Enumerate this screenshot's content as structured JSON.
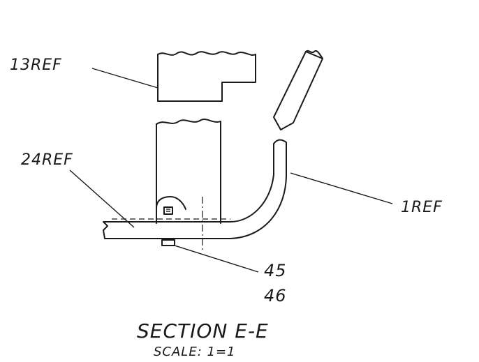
{
  "labels": {
    "ref_13": "13REF",
    "ref_24": "24REF",
    "ref_1": "1REF",
    "item_45": "45",
    "item_46": "46"
  },
  "caption": {
    "title": "SECTION E-E",
    "scale": "SCALE: 1=1"
  }
}
